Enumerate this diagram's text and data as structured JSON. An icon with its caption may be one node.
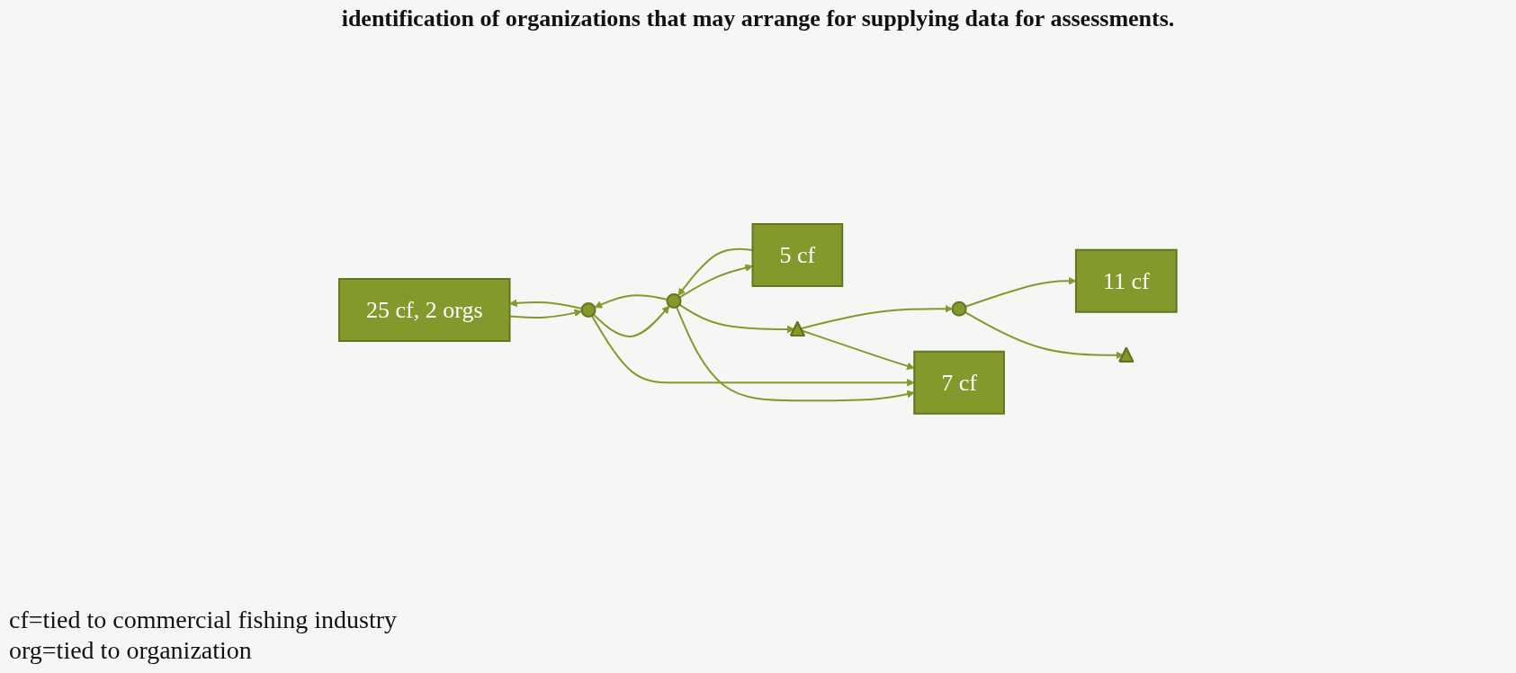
{
  "diagram": {
    "nodes": [
      {
        "text": [
          "25 cf, 2 orgs"
        ]
      },
      {
        "text": [
          "5 cf"
        ]
      },
      {
        "text": [],
        "shape": "star"
      },
      {
        "text": [],
        "shape": "triangle"
      },
      {
        "text": [],
        "shape": "star"
      },
      {
        "text": [],
        "shape": "star"
      },
      {
        "text": [
          "11 cf"
        ]
      },
      {
        "text": [],
        "shape": "triangle"
      },
      {
        "text": [
          "7 cf"
        ]
      }
    ],
    "edges": [
      {
        "from": 2,
        "to": 6,
        "arrow": "to"
      },
      {
        "from": 2,
        "to": 3,
        "arrow": "to"
      },
      {
        "from": 7,
        "to": 2,
        "arrow": "to"
      },
      {
        "from": 1,
        "to": 5,
        "arrow": "to"
      },
      {
        "from": 5,
        "to": 1,
        "arrow": "to"
      },
      {
        "from": 5,
        "to": 4,
        "arrow": "to"
      },
      {
        "from": 4,
        "to": 5,
        "arrow": "to"
      },
      {
        "from": 0,
        "to": 4,
        "arrow": "to"
      },
      {
        "from": 4,
        "to": 0,
        "arrow": "to"
      },
      {
        "from": 5,
        "to": 7,
        "arrow": "to"
      },
      {
        "from": 5,
        "to": 8,
        "arrow": "to"
      },
      {
        "from": 4,
        "to": 8,
        "arrow": "to"
      },
      {
        "from": 7,
        "to": 8,
        "arrow": "to"
      }
    ],
    "labels": [
      "identification of organizations that may arrange for supplying data for assessments.",
      "cf=tied to commercial fishing industry",
      "org=tied to organization"
    ]
  }
}
